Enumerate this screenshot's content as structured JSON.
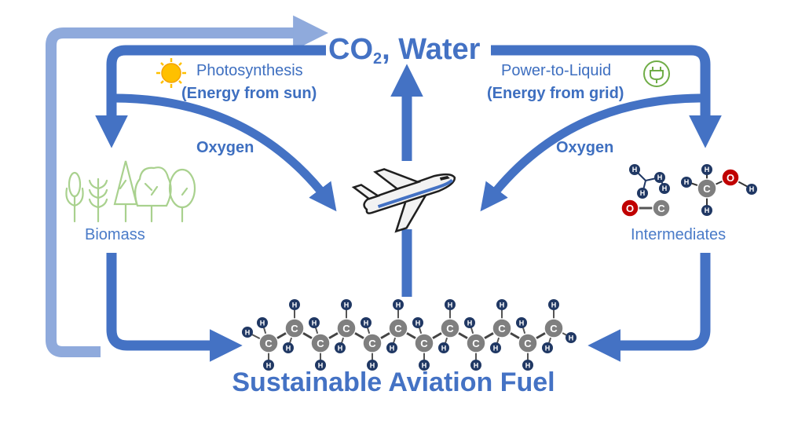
{
  "title": {
    "main": "CO",
    "sub": "2",
    "tail": ", Water"
  },
  "photosynthesis": {
    "label": "Photosynthesis",
    "energy": "(Energy from sun)"
  },
  "power_to_liquid": {
    "label": "Power-to-Liquid",
    "energy": "(Energy from grid)"
  },
  "oxygen_left": "Oxygen",
  "oxygen_right": "Oxygen",
  "biomass": "Biomass",
  "intermediates": "Intermediates",
  "fuel": "Sustainable Aviation Fuel",
  "atoms": {
    "carbon": "C",
    "hydrogen": "H",
    "oxygen": "O"
  },
  "colors": {
    "arrow": "#4472C4",
    "arrow_light": "#8FAADC",
    "carbon": "#7F7F7F",
    "hydrogen": "#203864",
    "oxygen": "#C00000",
    "plants": "#A9D18E",
    "sun": "#FFC000",
    "plug": "#70AD47"
  },
  "icons": {
    "sun": "sun-icon",
    "plug": "power-plug-icon",
    "airplane": "airplane-icon",
    "plants": "plants-icon"
  }
}
